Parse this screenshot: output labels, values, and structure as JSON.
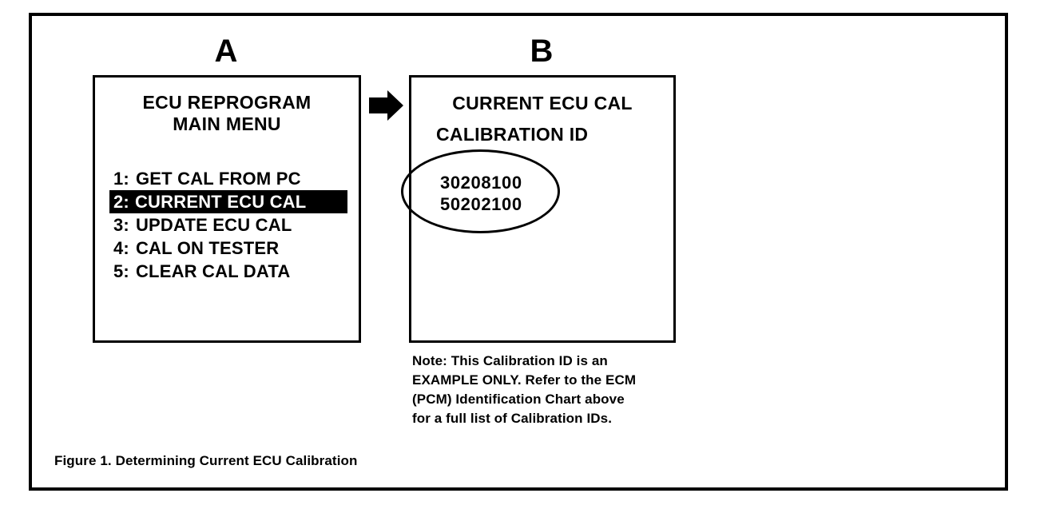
{
  "figure": {
    "caption": "Figure 1. Determining Current ECU Calibration",
    "panel_a_letter": "A",
    "panel_b_letter": "B",
    "arrow_icon": "arrow-right-icon"
  },
  "panel_a": {
    "title_line1": "ECU REPROGRAM",
    "title_line2": "MAIN MENU",
    "menu_items": [
      {
        "index": "1:",
        "label": "GET CAL FROM PC",
        "selected": false
      },
      {
        "index": "2:",
        "label": "CURRENT ECU CAL",
        "selected": true
      },
      {
        "index": "3:",
        "label": "UPDATE ECU CAL",
        "selected": false
      },
      {
        "index": "4:",
        "label": "CAL ON TESTER",
        "selected": false
      },
      {
        "index": "5:",
        "label": "CLEAR CAL DATA",
        "selected": false
      }
    ]
  },
  "panel_b": {
    "header": "CURRENT ECU CAL",
    "subheader": "CALIBRATION ID",
    "calibration_ids": [
      "30208100",
      "50202100"
    ],
    "highlight_shape": "ellipse-annotation"
  },
  "note": {
    "lines": [
      "Note: This Calibration ID is an",
      "EXAMPLE ONLY. Refer to the ECM",
      "(PCM) Identification Chart above",
      "for a full list of Calibration IDs."
    ]
  },
  "colors": {
    "ink": "#000000",
    "paper": "#ffffff",
    "selection_bg": "#000000",
    "selection_fg": "#ffffff"
  }
}
